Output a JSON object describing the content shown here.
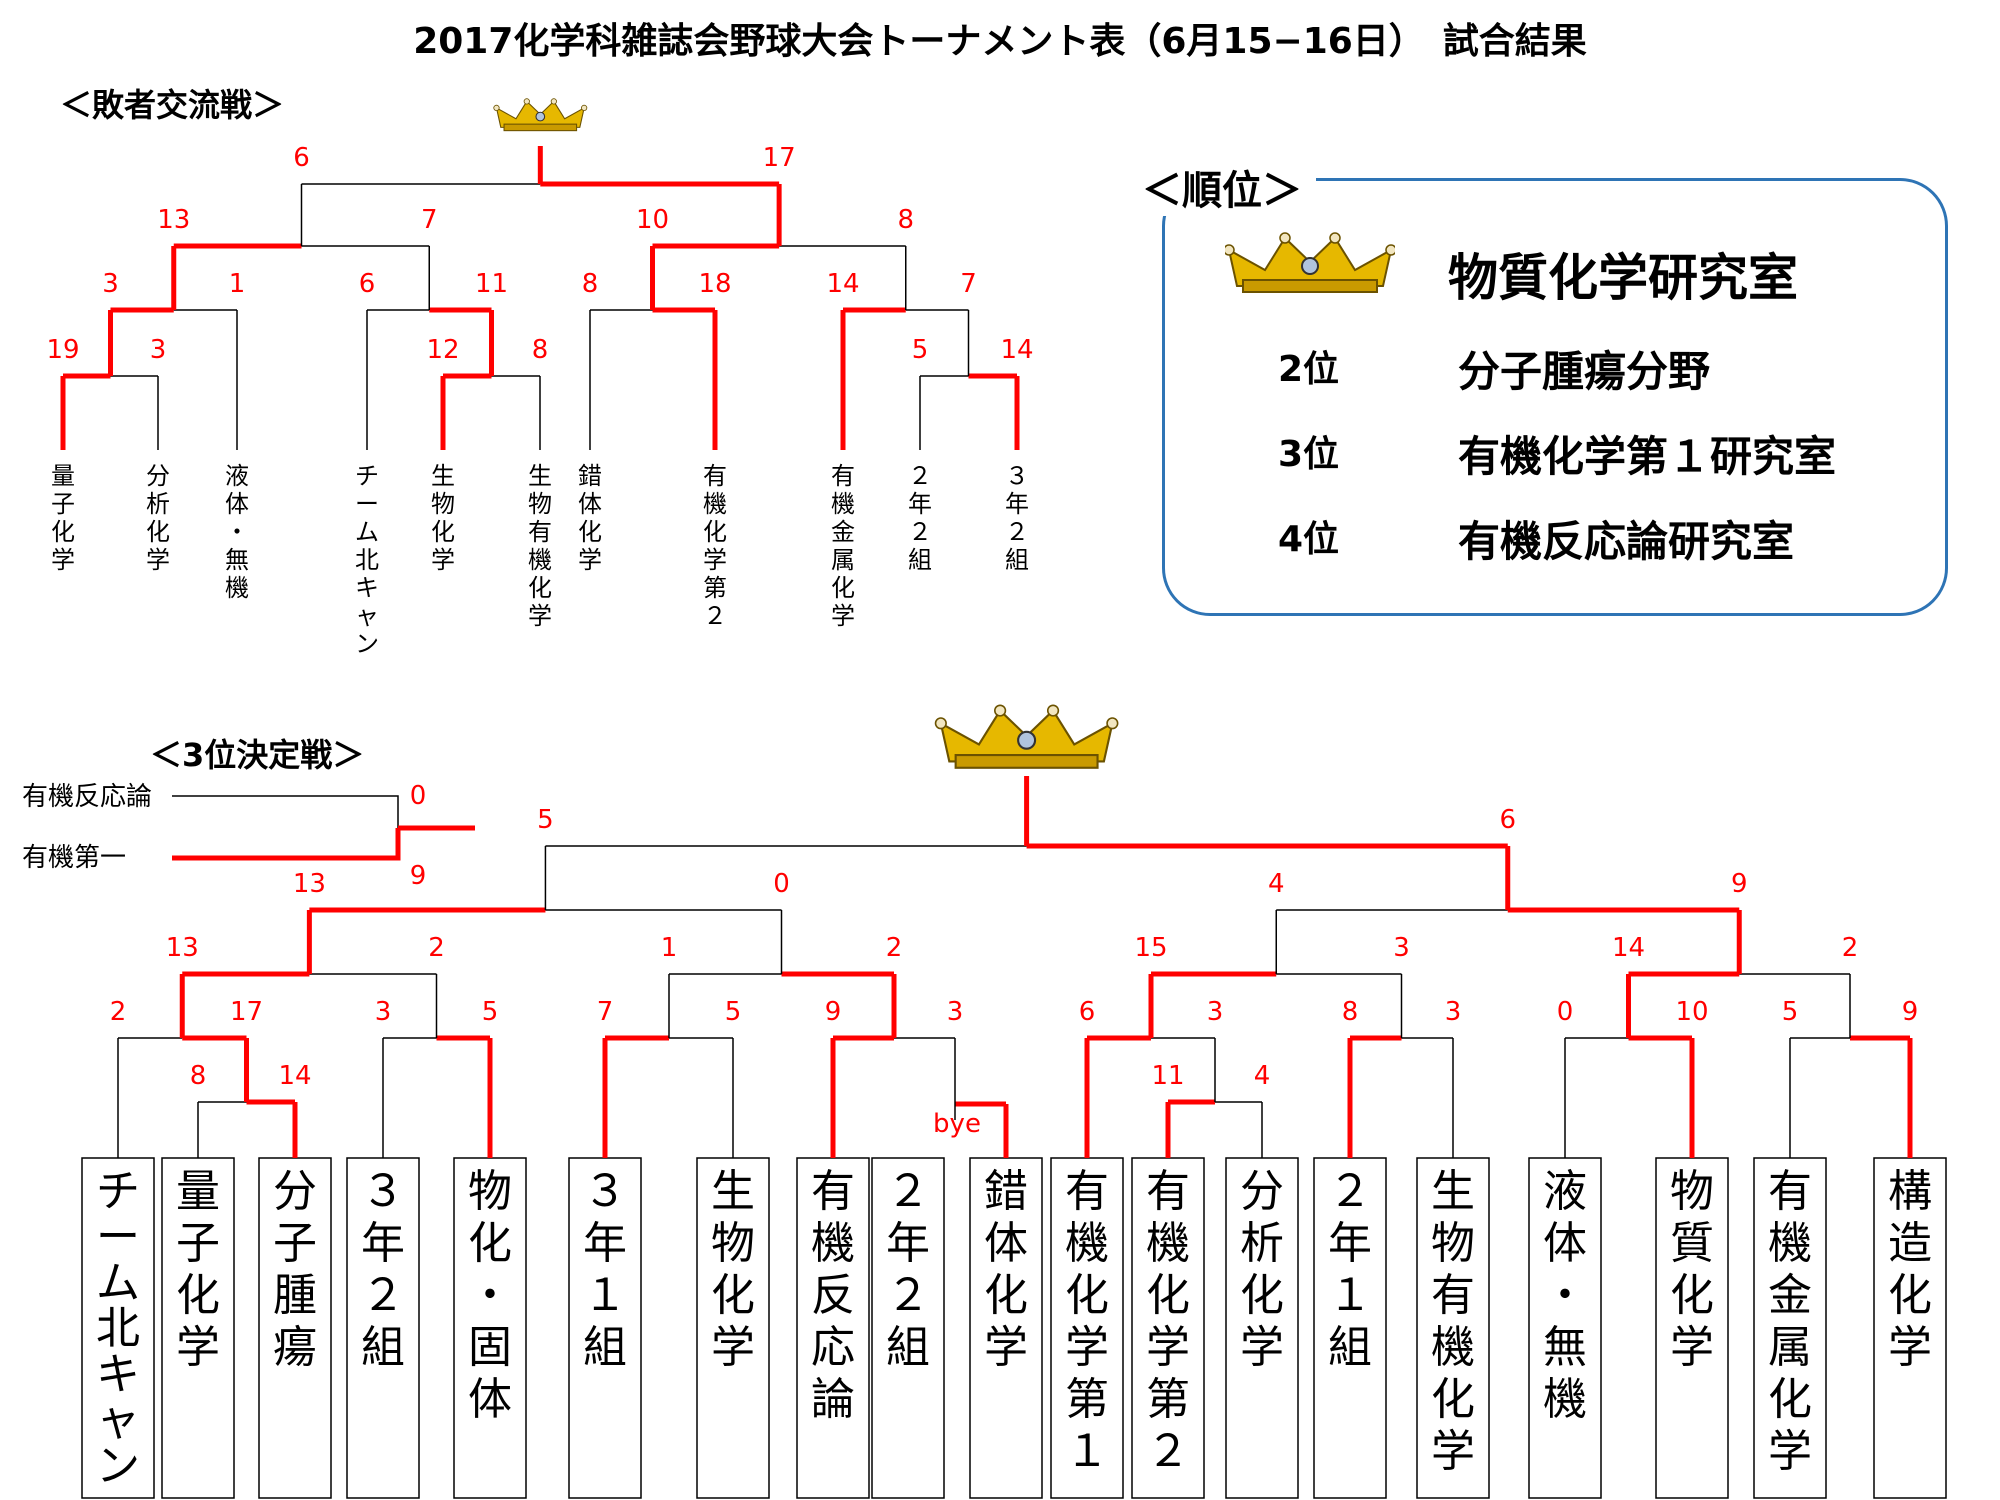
{
  "title": "2017化学科雑誌会野球大会トーナメント表（6月15−16日）　試合結果",
  "sections": {
    "loser": "＜敗者交流戦＞",
    "third": "＜3位決定戦＞",
    "ranking": "＜順位＞"
  },
  "ranking": [
    {
      "place": "",
      "name": "物質化学研究室"
    },
    {
      "place": "2位",
      "name": "分子腫瘍分野"
    },
    {
      "place": "3位",
      "name": "有機化学第１研究室"
    },
    {
      "place": "4位",
      "name": "有機反応論研究室"
    }
  ],
  "colors": {
    "winner": "#ff0000",
    "loser": "#000000",
    "score": "#ff0000",
    "border": "#2e74b5",
    "crown": "#e6b800"
  },
  "icons": {
    "crown": "crown-icon"
  },
  "main_bracket": {
    "teams": [
      "チーム北キャン",
      "量子化学",
      "分子腫瘍",
      "３年２組",
      "物化・固体",
      "３年１組",
      "生物化学",
      "有機反応論",
      "２年２組",
      "錯体化学",
      "有機化学第１",
      "有機化学第２",
      "分析化学",
      "２年１組",
      "生物有機化学",
      "液体・無機",
      "物質化学",
      "有機金属化学",
      "構造化学"
    ],
    "bye_label": "bye",
    "scores": {
      "r1_a": [
        "8",
        "14"
      ],
      "r1_b": [
        "11",
        "4"
      ],
      "r2_1": [
        "2",
        "17"
      ],
      "r2_2": [
        "3",
        "5"
      ],
      "r2_3": [
        "7",
        "5"
      ],
      "r2_4": [
        "9",
        "3"
      ],
      "r2_5": [
        "6",
        "3"
      ],
      "r2_6": [
        "8",
        "3"
      ],
      "r2_7": [
        "0",
        "10"
      ],
      "r2_8": [
        "5",
        "9"
      ],
      "r3_1": [
        "13",
        "2"
      ],
      "r3_2": [
        "1",
        "2"
      ],
      "r3_3": [
        "15",
        "3"
      ],
      "r3_4": [
        "14",
        "2"
      ],
      "r4_1": [
        "13",
        "0"
      ],
      "r4_2": [
        "4",
        "9"
      ],
      "r5": [
        "5",
        "6"
      ]
    }
  },
  "third_place": {
    "teams": [
      "有機反応論",
      "有機第一"
    ],
    "scores": [
      "0",
      "9"
    ]
  },
  "loser_bracket": {
    "teams": [
      "量子化学",
      "分析化学",
      "液体・無機",
      "チーム北キャン",
      "生物化学",
      "生物有機化学",
      "錯体化学",
      "有機化学第２",
      "有機金属化学",
      "２年２組",
      "３年２組"
    ],
    "scores": {
      "l1_a": [
        "19",
        "3"
      ],
      "l1_b": [
        "12",
        "8"
      ],
      "l1_c": [
        "5",
        "14"
      ],
      "l2_1": [
        "3",
        "1"
      ],
      "l2_2": [
        "6",
        "11"
      ],
      "l2_3": [
        "8",
        "18"
      ],
      "l2_4": [
        "14",
        "7"
      ],
      "l3_1": [
        "13",
        "7"
      ],
      "l3_2": [
        "10",
        "8"
      ],
      "l4": [
        "6",
        "17"
      ]
    }
  }
}
